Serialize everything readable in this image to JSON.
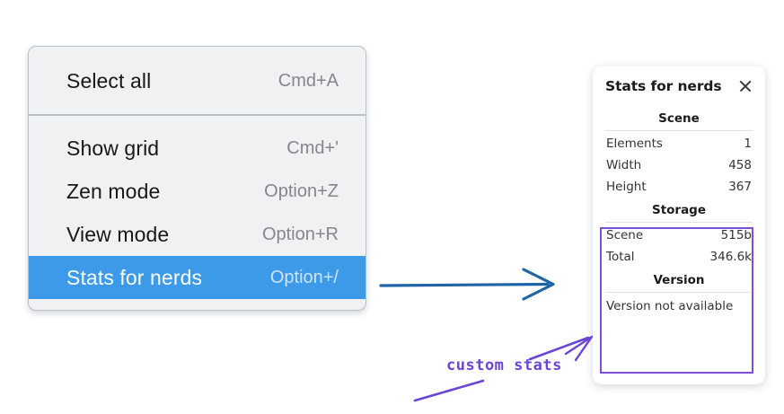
{
  "menu": {
    "groups": [
      {
        "items": [
          {
            "label": "Select all",
            "shortcut": "Cmd+A",
            "selected": false
          }
        ]
      },
      {
        "items": [
          {
            "label": "Show grid",
            "shortcut": "Cmd+'",
            "selected": false
          },
          {
            "label": "Zen mode",
            "shortcut": "Option+Z",
            "selected": false
          },
          {
            "label": "View mode",
            "shortcut": "Option+R",
            "selected": false
          },
          {
            "label": "Stats for nerds",
            "shortcut": "Option+/",
            "selected": true
          }
        ]
      }
    ],
    "highlight_color": "#3c9ae8"
  },
  "stats_panel": {
    "title": "Stats for nerds",
    "close_icon": "close-icon",
    "sections": [
      {
        "title": "Scene",
        "rows": [
          {
            "label": "Elements",
            "value": "1"
          },
          {
            "label": "Width",
            "value": "458"
          },
          {
            "label": "Height",
            "value": "367"
          }
        ]
      },
      {
        "title": "Storage",
        "rows": [
          {
            "label": "Scene",
            "value": "515b"
          },
          {
            "label": "Total",
            "value": "346.6k"
          }
        ]
      },
      {
        "title": "Version",
        "note": "Version not available"
      }
    ],
    "highlight_color": "#7b4fd8"
  },
  "annotations": {
    "flow_arrow": {
      "name": "blue-arrow",
      "color": "#1f63a8"
    },
    "callout": {
      "text": "custom stats",
      "color": "#6b45d6"
    }
  }
}
